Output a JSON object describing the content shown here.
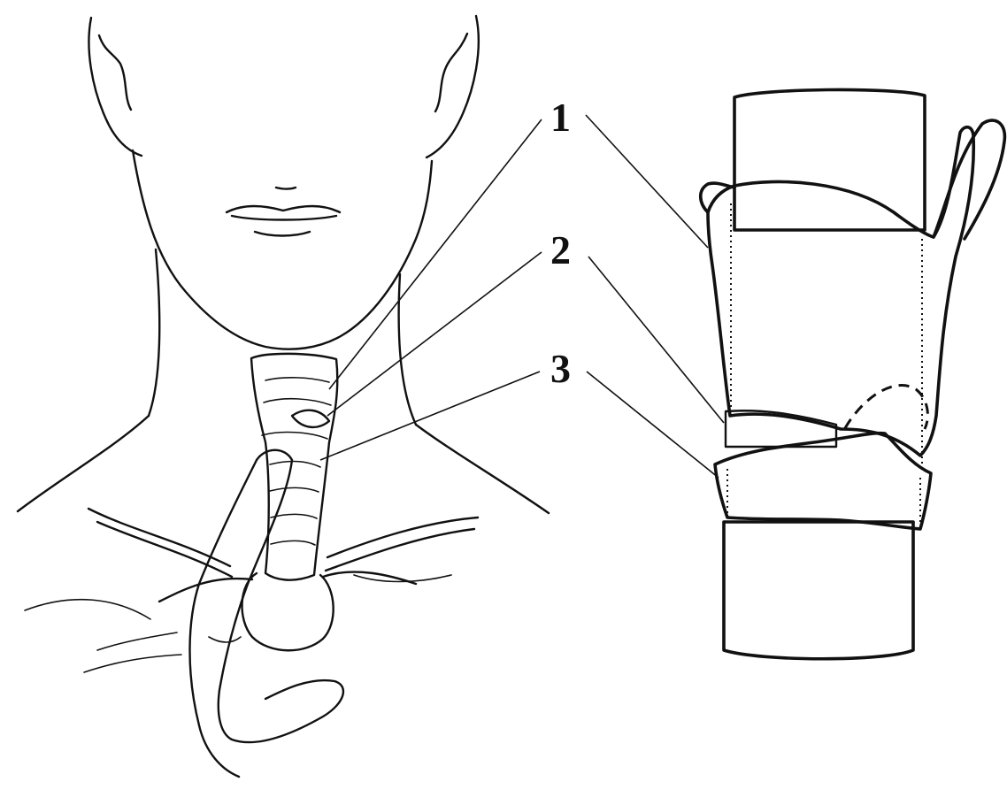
{
  "labels": {
    "one": "1",
    "two": "2",
    "three": "3"
  },
  "colors": {
    "line": "#111111",
    "background": "#ffffff"
  }
}
